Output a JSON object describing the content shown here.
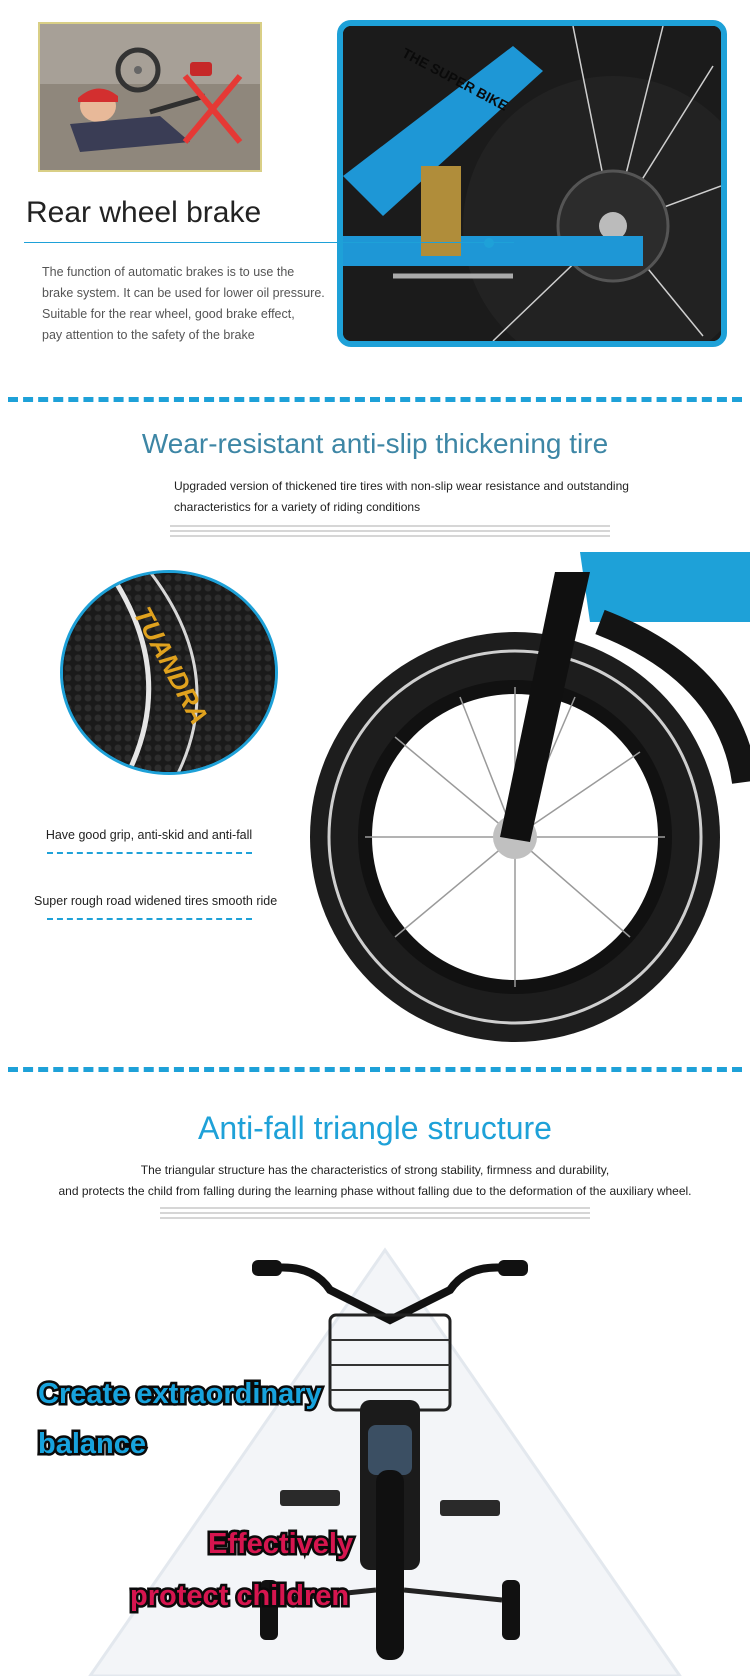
{
  "rear_brake": {
    "heading": "Rear wheel brake",
    "photo_text": "THE SUPER BIKE",
    "description": [
      "The function of automatic brakes is to use the",
      "brake system. It can be used for lower oil pressure.",
      "Suitable for the rear wheel, good brake effect,",
      "pay attention to the safety of the brake"
    ]
  },
  "tire": {
    "title": "Wear-resistant anti-slip thickening tire",
    "subtitle_lines": [
      "Upgraded version of thickened tire tires with non-slip wear resistance and outstanding",
      "characteristics for a variety of riding conditions"
    ],
    "brand_text": "TUANDRA",
    "features": [
      "Have good grip, anti-skid and anti-fall",
      "Super rough road widened tires smooth ride"
    ]
  },
  "triangle": {
    "title": "Anti-fall triangle structure",
    "subtitle_lines": [
      "The triangular structure has the characteristics of strong stability, firmness and durability,",
      "and protects the child from falling during the learning phase without falling due to the deformation of the auxiliary wheel."
    ],
    "overlay_blue": [
      "Create extraordinary",
      "balance"
    ],
    "overlay_red": [
      "Effectively",
      "protect children"
    ]
  },
  "colors": {
    "accent": "#1ea1d8",
    "title_blue": "#3d86a5",
    "red": "#d6154f"
  }
}
